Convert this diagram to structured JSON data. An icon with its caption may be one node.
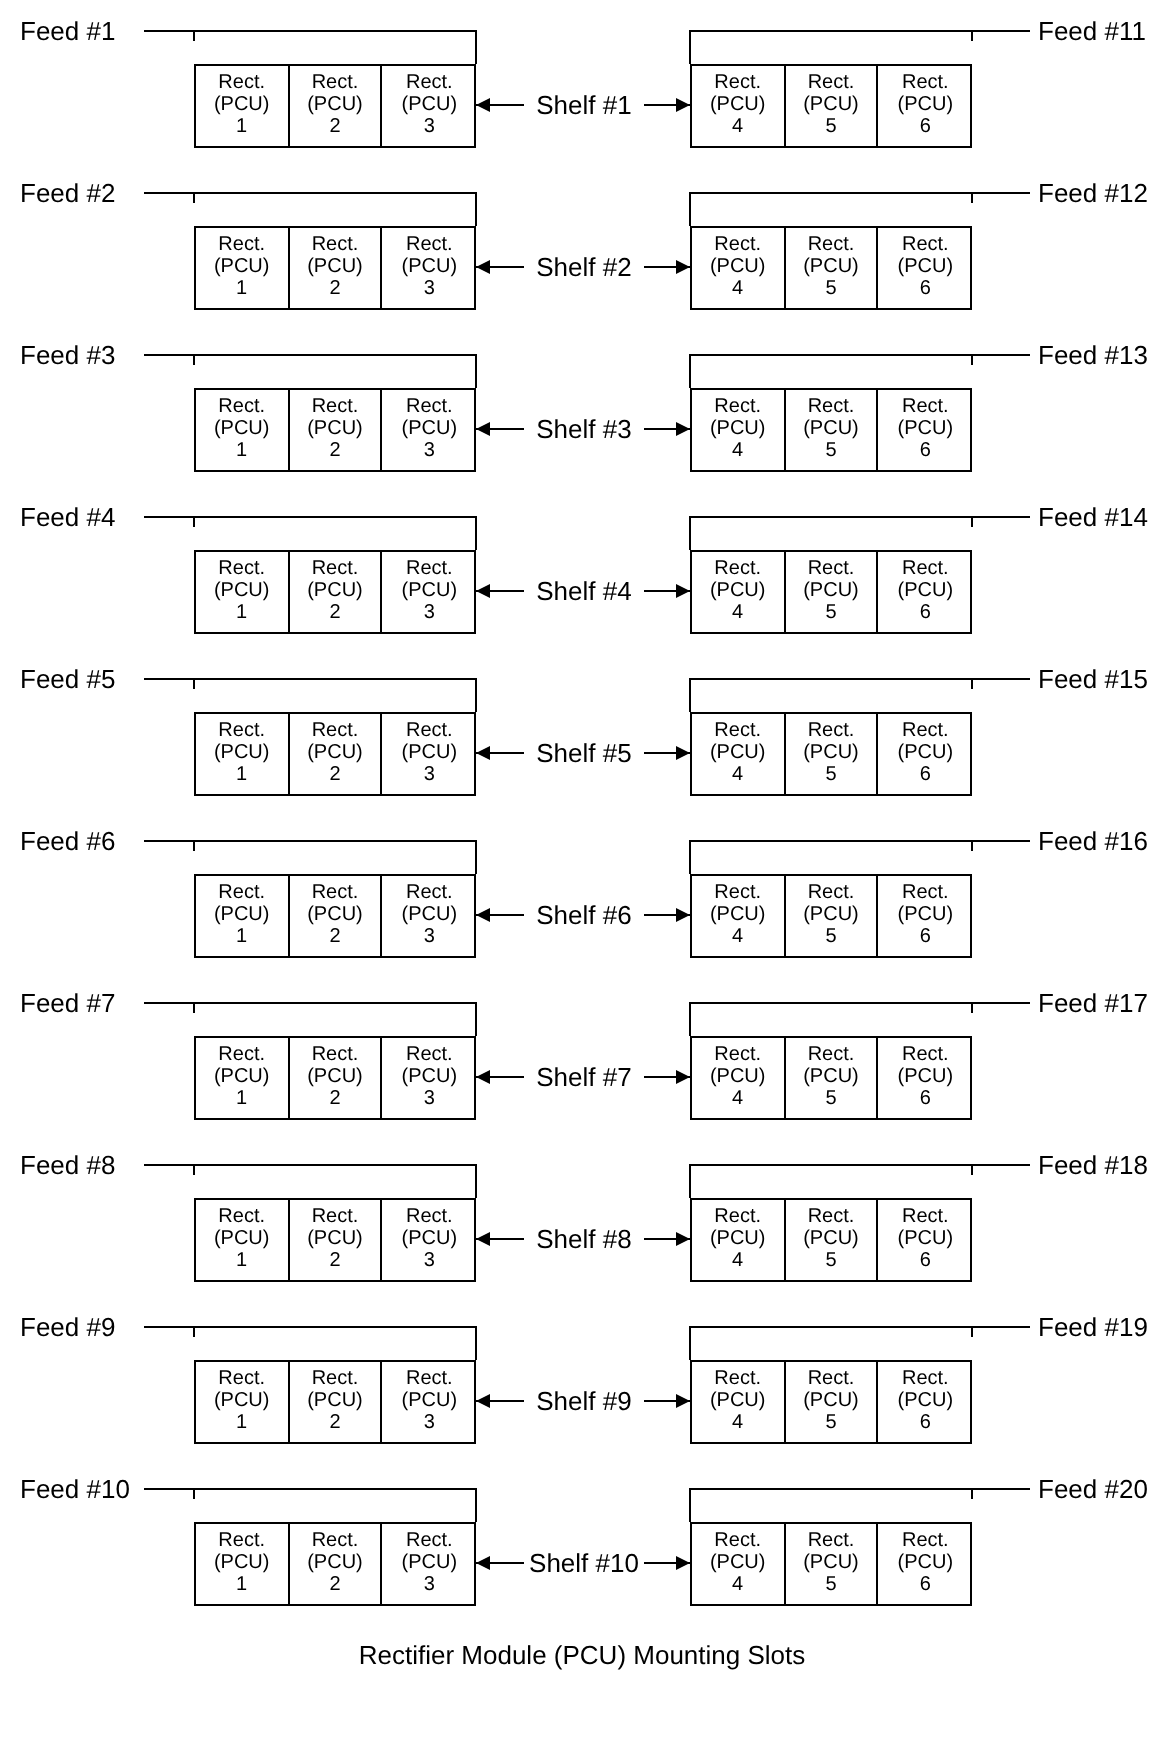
{
  "diagram": {
    "caption": "Rectifier Module (PCU) Mounting Slots",
    "nodes": [
      {
        "text": [
          "Feed #1"
        ]
      },
      {
        "text": [
          "Feed #11"
        ]
      },
      {
        "text": [],
        "shape": "box"
      },
      {
        "text": [
          "Rect. (PCU) 1"
        ],
        "in": 2
      },
      {
        "text": [
          "Rect. (PCU) 2"
        ],
        "in": 2
      },
      {
        "text": [
          "Rect. (PCU) 3"
        ],
        "in": 2
      },
      {
        "text": [
          "Shelf #1"
        ]
      },
      {
        "text": [],
        "shape": "box"
      },
      {
        "text": [
          "Rect. (PCU) 4"
        ],
        "in": 7
      },
      {
        "text": [
          "Rect. (PCU) 5"
        ],
        "in": 7
      },
      {
        "text": [
          "Rect. (PCU) 6"
        ],
        "in": 7
      },
      {
        "text": [
          "Feed #2"
        ]
      },
      {
        "text": [
          "Feed #12"
        ]
      },
      {
        "text": [],
        "shape": "box"
      },
      {
        "text": [
          "Rect. (PCU) 1"
        ],
        "in": 13
      },
      {
        "text": [
          "Rect. (PCU) 2"
        ],
        "in": 13
      },
      {
        "text": [
          "Rect. (PCU) 3"
        ],
        "in": 13
      },
      {
        "text": [
          "Shelf #2"
        ]
      },
      {
        "text": [],
        "shape": "box"
      },
      {
        "text": [
          "Rect. (PCU) 4"
        ],
        "in": 18
      },
      {
        "text": [
          "Rect. (PCU) 5"
        ],
        "in": 18
      },
      {
        "text": [
          "Rect. (PCU) 6"
        ],
        "in": 18
      },
      {
        "text": [
          "Feed #3"
        ]
      },
      {
        "text": [
          "Feed #13"
        ]
      },
      {
        "text": [],
        "shape": "box"
      },
      {
        "text": [
          "Rect. (PCU) 1"
        ],
        "in": 24
      },
      {
        "text": [
          "Rect. (PCU) 2"
        ],
        "in": 24
      },
      {
        "text": [
          "Rect. (PCU) 3"
        ],
        "in": 24
      },
      {
        "text": [
          "Shelf #3"
        ]
      },
      {
        "text": [],
        "shape": "box"
      },
      {
        "text": [
          "Rect. (PCU) 4"
        ],
        "in": 29
      },
      {
        "text": [
          "Rect. (PCU) 5"
        ],
        "in": 29
      },
      {
        "text": [
          "Rect. (PCU) 6"
        ],
        "in": 29
      },
      {
        "text": [
          "Feed #4"
        ]
      },
      {
        "text": [
          "Feed #14"
        ]
      },
      {
        "text": [],
        "shape": "box"
      },
      {
        "text": [
          "Rect. (PCU) 1"
        ],
        "in": 35
      },
      {
        "text": [
          "Rect. (PCU) 2"
        ],
        "in": 35
      },
      {
        "text": [
          "Rect. (PCU) 3"
        ],
        "in": 35
      },
      {
        "text": [
          "Shelf #4"
        ]
      },
      {
        "text": [],
        "shape": "box"
      },
      {
        "text": [
          "Rect. (PCU) 4"
        ],
        "in": 40
      },
      {
        "text": [
          "Rect. (PCU) 5"
        ],
        "in": 40
      },
      {
        "text": [
          "Rect. (PCU) 6"
        ],
        "in": 40
      },
      {
        "text": [
          "Feed #5"
        ]
      },
      {
        "text": [
          "Feed #15"
        ]
      },
      {
        "text": [],
        "shape": "box"
      },
      {
        "text": [
          "Rect. (PCU) 1"
        ],
        "in": 46
      },
      {
        "text": [
          "Rect. (PCU) 2"
        ],
        "in": 46
      },
      {
        "text": [
          "Rect. (PCU) 3"
        ],
        "in": 46
      },
      {
        "text": [
          "Shelf #5"
        ]
      },
      {
        "text": [],
        "shape": "box"
      },
      {
        "text": [
          "Rect. (PCU) 4"
        ],
        "in": 51
      },
      {
        "text": [
          "Rect. (PCU) 5"
        ],
        "in": 51
      },
      {
        "text": [
          "Rect. (PCU) 6"
        ],
        "in": 51
      },
      {
        "text": [
          "Feed #6"
        ]
      },
      {
        "text": [
          "Feed #16"
        ]
      },
      {
        "text": [],
        "shape": "box"
      },
      {
        "text": [
          "Rect. (PCU) 1"
        ],
        "in": 57
      },
      {
        "text": [
          "Rect. (PCU) 2"
        ],
        "in": 57
      },
      {
        "text": [
          "Rect. (PCU) 3"
        ],
        "in": 57
      },
      {
        "text": [
          "Shelf #6"
        ]
      },
      {
        "text": [],
        "shape": "box"
      },
      {
        "text": [
          "Rect. (PCU) 4"
        ],
        "in": 62
      },
      {
        "text": [
          "Rect. (PCU) 5"
        ],
        "in": 62
      },
      {
        "text": [
          "Rect. (PCU) 6"
        ],
        "in": 62
      },
      {
        "text": [
          "Feed #7"
        ]
      },
      {
        "text": [
          "Feed #17"
        ]
      },
      {
        "text": [],
        "shape": "box"
      },
      {
        "text": [
          "Rect. (PCU) 1"
        ],
        "in": 68
      },
      {
        "text": [
          "Rect. (PCU) 2"
        ],
        "in": 68
      },
      {
        "text": [
          "Rect. (PCU) 3"
        ],
        "in": 68
      },
      {
        "text": [
          "Shelf #7"
        ]
      },
      {
        "text": [],
        "shape": "box"
      },
      {
        "text": [
          "Rect. (PCU) 4"
        ],
        "in": 73
      },
      {
        "text": [
          "Rect. (PCU) 5"
        ],
        "in": 73
      },
      {
        "text": [
          "Rect. (PCU) 6"
        ],
        "in": 73
      },
      {
        "text": [
          "Feed #8"
        ]
      },
      {
        "text": [
          "Feed #18"
        ]
      },
      {
        "text": [],
        "shape": "box"
      },
      {
        "text": [
          "Rect. (PCU) 1"
        ],
        "in": 79
      },
      {
        "text": [
          "Rect. (PCU) 2"
        ],
        "in": 79
      },
      {
        "text": [
          "Rect. (PCU) 3"
        ],
        "in": 79
      },
      {
        "text": [
          "Shelf #8"
        ]
      },
      {
        "text": [],
        "shape": "box"
      },
      {
        "text": [
          "Rect. (PCU) 4"
        ],
        "in": 84
      },
      {
        "text": [
          "Rect. (PCU) 5"
        ],
        "in": 84
      },
      {
        "text": [
          "Rect. (PCU) 6"
        ],
        "in": 84
      },
      {
        "text": [
          "Feed #9"
        ]
      },
      {
        "text": [
          "Feed #19"
        ]
      },
      {
        "text": [],
        "shape": "box"
      },
      {
        "text": [
          "Rect. (PCU) 1"
        ],
        "in": 90
      },
      {
        "text": [
          "Rect. (PCU) 2"
        ],
        "in": 90
      },
      {
        "text": [
          "Rect. (PCU) 3"
        ],
        "in": 90
      },
      {
        "text": [
          "Shelf #9"
        ]
      },
      {
        "text": [],
        "shape": "box"
      },
      {
        "text": [
          "Rect. (PCU) 4"
        ],
        "in": 95
      },
      {
        "text": [
          "Rect. (PCU) 5"
        ],
        "in": 95
      },
      {
        "text": [
          "Rect. (PCU) 6"
        ],
        "in": 95
      },
      {
        "text": [
          "Feed #10"
        ]
      },
      {
        "text": [
          "Feed #20"
        ]
      },
      {
        "text": [],
        "shape": "box"
      },
      {
        "text": [
          "Rect. (PCU) 1"
        ],
        "in": 101
      },
      {
        "text": [
          "Rect. (PCU) 2"
        ],
        "in": 101
      },
      {
        "text": [
          "Rect. (PCU) 3"
        ],
        "in": 101
      },
      {
        "text": [
          "Shelf #10"
        ]
      },
      {
        "text": [],
        "shape": "box"
      },
      {
        "text": [
          "Rect. (PCU) 4"
        ],
        "in": 106
      },
      {
        "text": [
          "Rect. (PCU) 5"
        ],
        "in": 106
      },
      {
        "text": [
          "Rect. (PCU) 6"
        ],
        "in": 106
      }
    ],
    "edges": [
      {
        "from": 0,
        "to": 2,
        "arrow": "none"
      },
      {
        "from": 1,
        "to": 7,
        "arrow": "none"
      },
      {
        "from": 6,
        "to": 2,
        "arrow": "to"
      },
      {
        "from": 6,
        "to": 7,
        "arrow": "to"
      },
      {
        "from": 11,
        "to": 13,
        "arrow": "none"
      },
      {
        "from": 12,
        "to": 18,
        "arrow": "none"
      },
      {
        "from": 17,
        "to": 13,
        "arrow": "to"
      },
      {
        "from": 17,
        "to": 18,
        "arrow": "to"
      },
      {
        "from": 22,
        "to": 24,
        "arrow": "none"
      },
      {
        "from": 23,
        "to": 29,
        "arrow": "none"
      },
      {
        "from": 28,
        "to": 24,
        "arrow": "to"
      },
      {
        "from": 28,
        "to": 29,
        "arrow": "to"
      },
      {
        "from": 33,
        "to": 35,
        "arrow": "none"
      },
      {
        "from": 34,
        "to": 40,
        "arrow": "none"
      },
      {
        "from": 39,
        "to": 35,
        "arrow": "to"
      },
      {
        "from": 39,
        "to": 40,
        "arrow": "to"
      },
      {
        "from": 44,
        "to": 46,
        "arrow": "none"
      },
      {
        "from": 45,
        "to": 51,
        "arrow": "none"
      },
      {
        "from": 50,
        "to": 46,
        "arrow": "to"
      },
      {
        "from": 50,
        "to": 51,
        "arrow": "to"
      },
      {
        "from": 55,
        "to": 57,
        "arrow": "none"
      },
      {
        "from": 56,
        "to": 62,
        "arrow": "none"
      },
      {
        "from": 61,
        "to": 57,
        "arrow": "to"
      },
      {
        "from": 61,
        "to": 62,
        "arrow": "to"
      },
      {
        "from": 66,
        "to": 68,
        "arrow": "none"
      },
      {
        "from": 67,
        "to": 73,
        "arrow": "none"
      },
      {
        "from": 72,
        "to": 68,
        "arrow": "to"
      },
      {
        "from": 72,
        "to": 73,
        "arrow": "to"
      },
      {
        "from": 77,
        "to": 79,
        "arrow": "none"
      },
      {
        "from": 78,
        "to": 84,
        "arrow": "none"
      },
      {
        "from": 83,
        "to": 79,
        "arrow": "to"
      },
      {
        "from": 83,
        "to": 84,
        "arrow": "to"
      },
      {
        "from": 88,
        "to": 90,
        "arrow": "none"
      },
      {
        "from": 89,
        "to": 95,
        "arrow": "none"
      },
      {
        "from": 94,
        "to": 90,
        "arrow": "to"
      },
      {
        "from": 94,
        "to": 95,
        "arrow": "to"
      },
      {
        "from": 99,
        "to": 101,
        "arrow": "none"
      },
      {
        "from": 100,
        "to": 106,
        "arrow": "none"
      },
      {
        "from": 105,
        "to": 101,
        "arrow": "to"
      },
      {
        "from": 105,
        "to": 106,
        "arrow": "to"
      }
    ]
  }
}
